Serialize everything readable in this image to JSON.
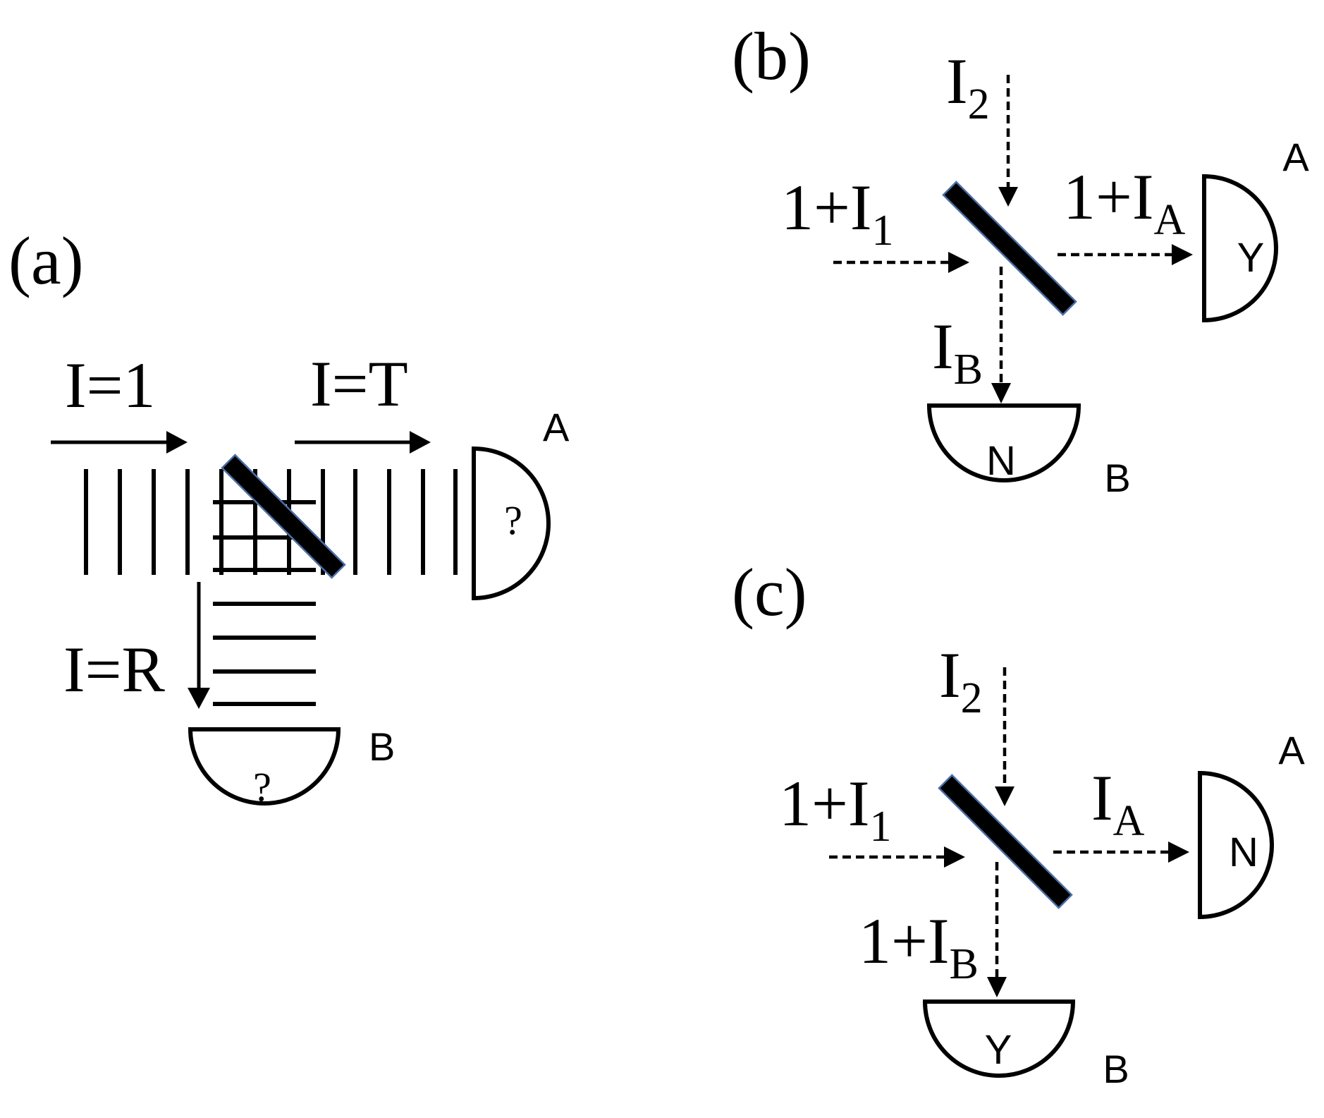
{
  "panels": {
    "a": {
      "label": "(a)",
      "incident": "I=1",
      "transmitted": "I=T",
      "reflected": "I=R",
      "detector_a": {
        "name": "A",
        "mark": "?"
      },
      "detector_b": {
        "name": "B",
        "mark": "?"
      }
    },
    "b": {
      "label": "(b)",
      "input_top": {
        "base": "I",
        "sub": "2"
      },
      "input_left": {
        "base": "1+I",
        "sub": "1"
      },
      "output_right": {
        "base": "1+I",
        "sub": "A"
      },
      "output_down": {
        "base": "I",
        "sub": "B"
      },
      "detector_a": {
        "name": "A",
        "mark": "Y"
      },
      "detector_b": {
        "name": "B",
        "mark": "N"
      }
    },
    "c": {
      "label": "(c)",
      "input_top": {
        "base": "I",
        "sub": "2"
      },
      "input_left": {
        "base": "1+I",
        "sub": "1"
      },
      "output_right": {
        "base": "I",
        "sub": "A"
      },
      "output_down": {
        "base": "1+I",
        "sub": "B"
      },
      "detector_a": {
        "name": "A",
        "mark": "N"
      },
      "detector_b": {
        "name": "B",
        "mark": "Y"
      }
    }
  }
}
